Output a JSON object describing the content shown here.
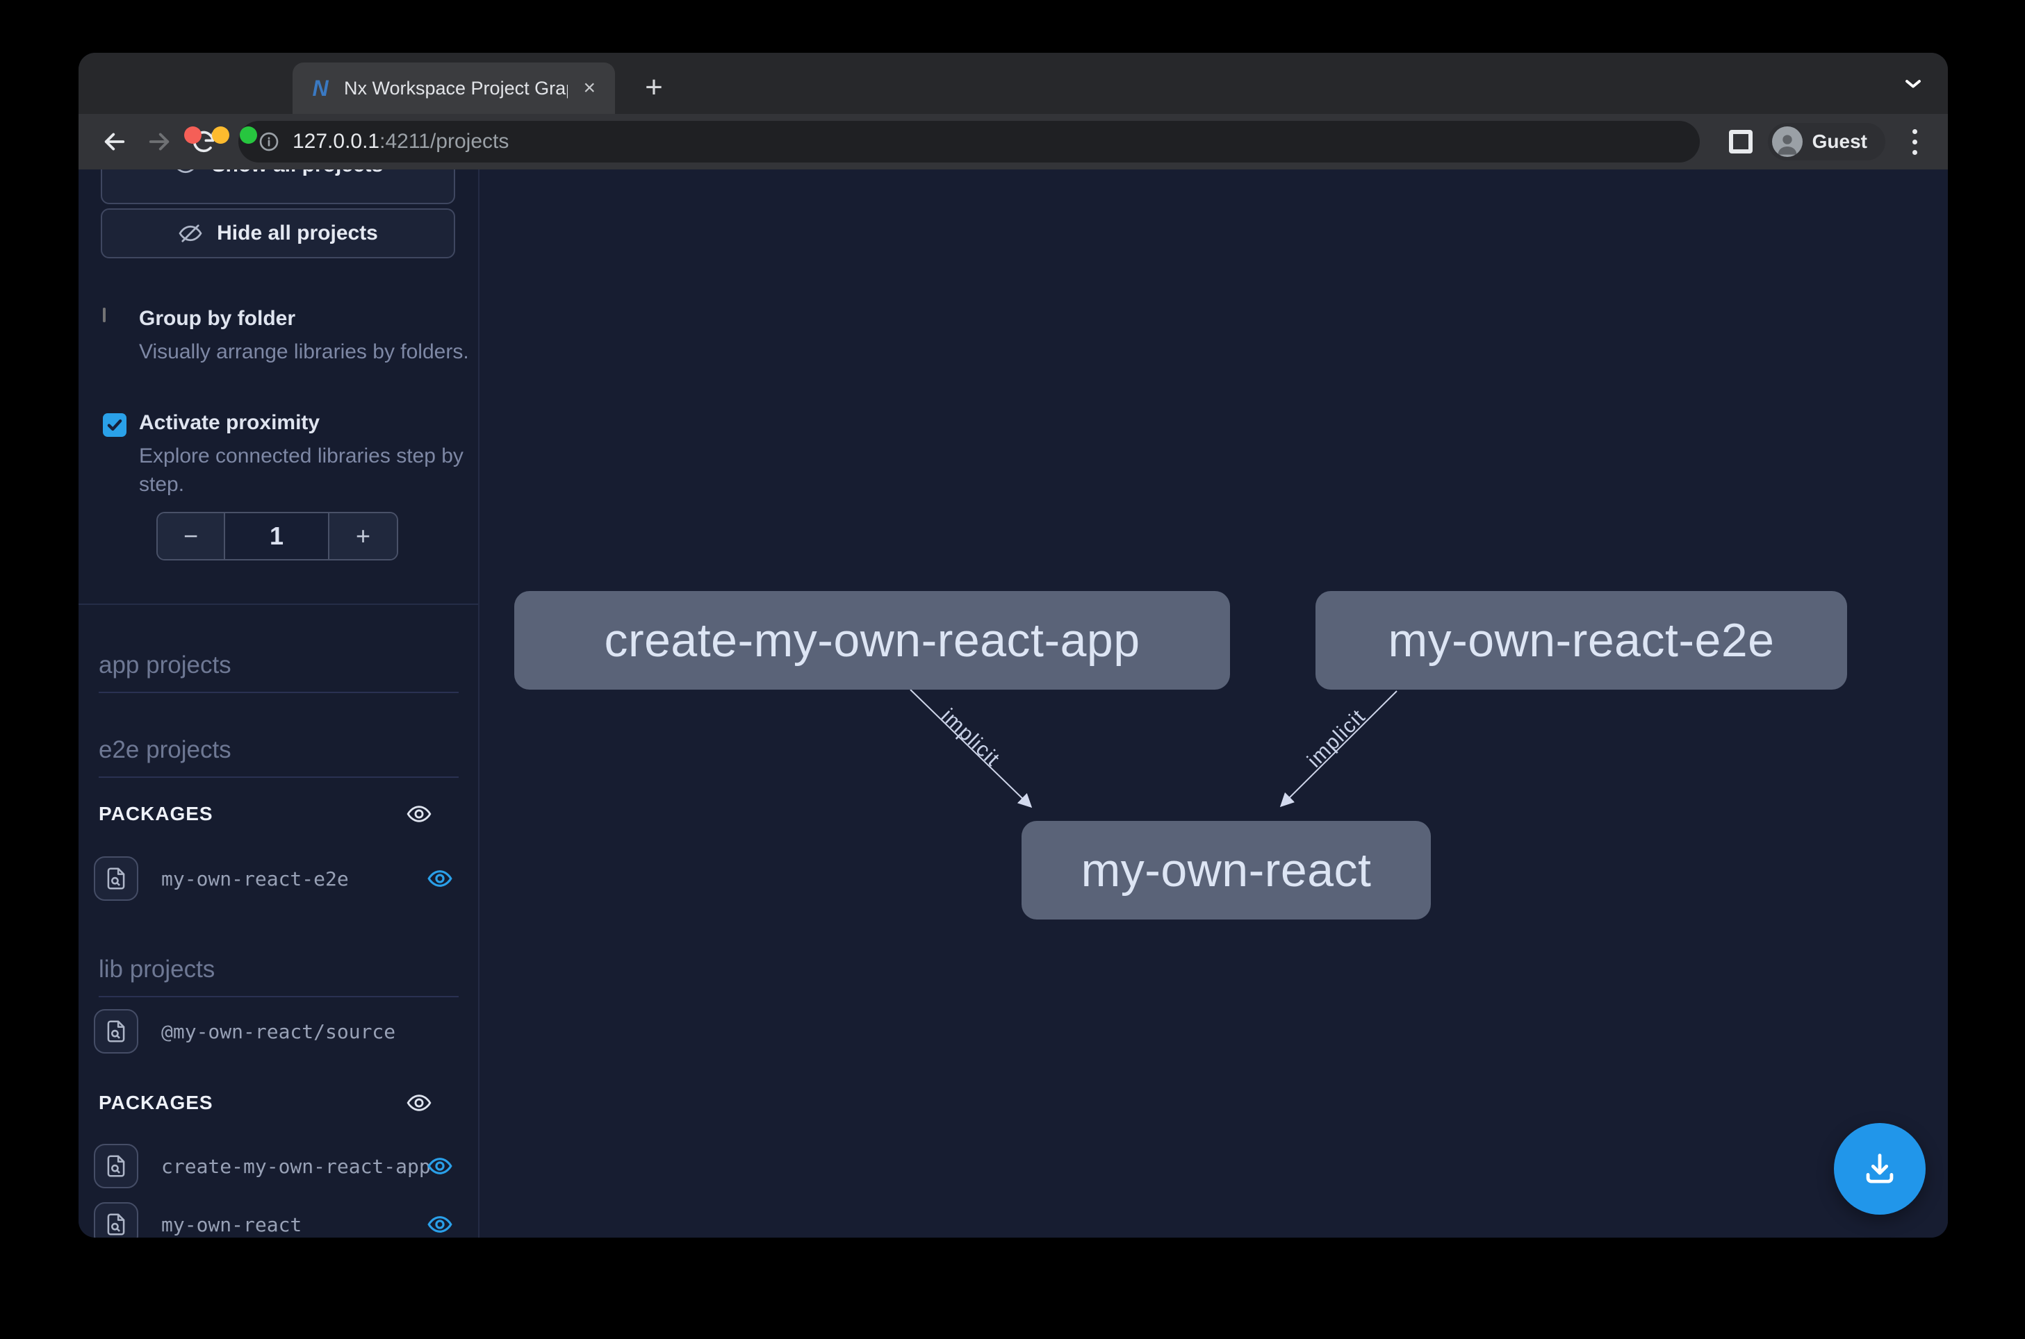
{
  "browser": {
    "tab_title": "Nx Workspace Project Graph",
    "tab_close": "×",
    "new_tab": "+",
    "favicon_letter": "N",
    "url_host": "127.0.0.1",
    "url_path": ":4211/projects",
    "profile_label": "Guest"
  },
  "sidebar": {
    "show_all_label": "Show all projects",
    "hide_all_label": "Hide all projects",
    "group_by_folder": {
      "label": "Group by folder",
      "description": "Visually arrange libraries by folders.",
      "checked": false
    },
    "activate_proximity": {
      "label": "Activate proximity",
      "description": "Explore connected libraries step by step.",
      "checked": true
    },
    "proximity": {
      "decrement": "−",
      "value": "1",
      "increment": "+"
    },
    "headings": {
      "app": "app projects",
      "e2e": "e2e projects",
      "lib": "lib projects"
    },
    "packages_label": "PACKAGES",
    "e2e_packages": [
      {
        "name": "my-own-react-e2e"
      }
    ],
    "lib_items": [
      {
        "name": "@my-own-react/source"
      }
    ],
    "lib_packages": [
      {
        "name": "create-my-own-react-app"
      },
      {
        "name": "my-own-react"
      }
    ]
  },
  "graph": {
    "nodes": [
      {
        "id": "create-my-own-react-app"
      },
      {
        "id": "my-own-react-e2e"
      },
      {
        "id": "my-own-react"
      }
    ],
    "edges": [
      {
        "from": "create-my-own-react-app",
        "to": "my-own-react",
        "label": "implicit"
      },
      {
        "from": "my-own-react-e2e",
        "to": "my-own-react",
        "label": "implicit"
      }
    ]
  },
  "colors": {
    "accent_blue": "#2aa0e9",
    "node_bg": "#5a6378",
    "canvas_bg": "#171d31",
    "fab_blue": "#2196ea"
  }
}
